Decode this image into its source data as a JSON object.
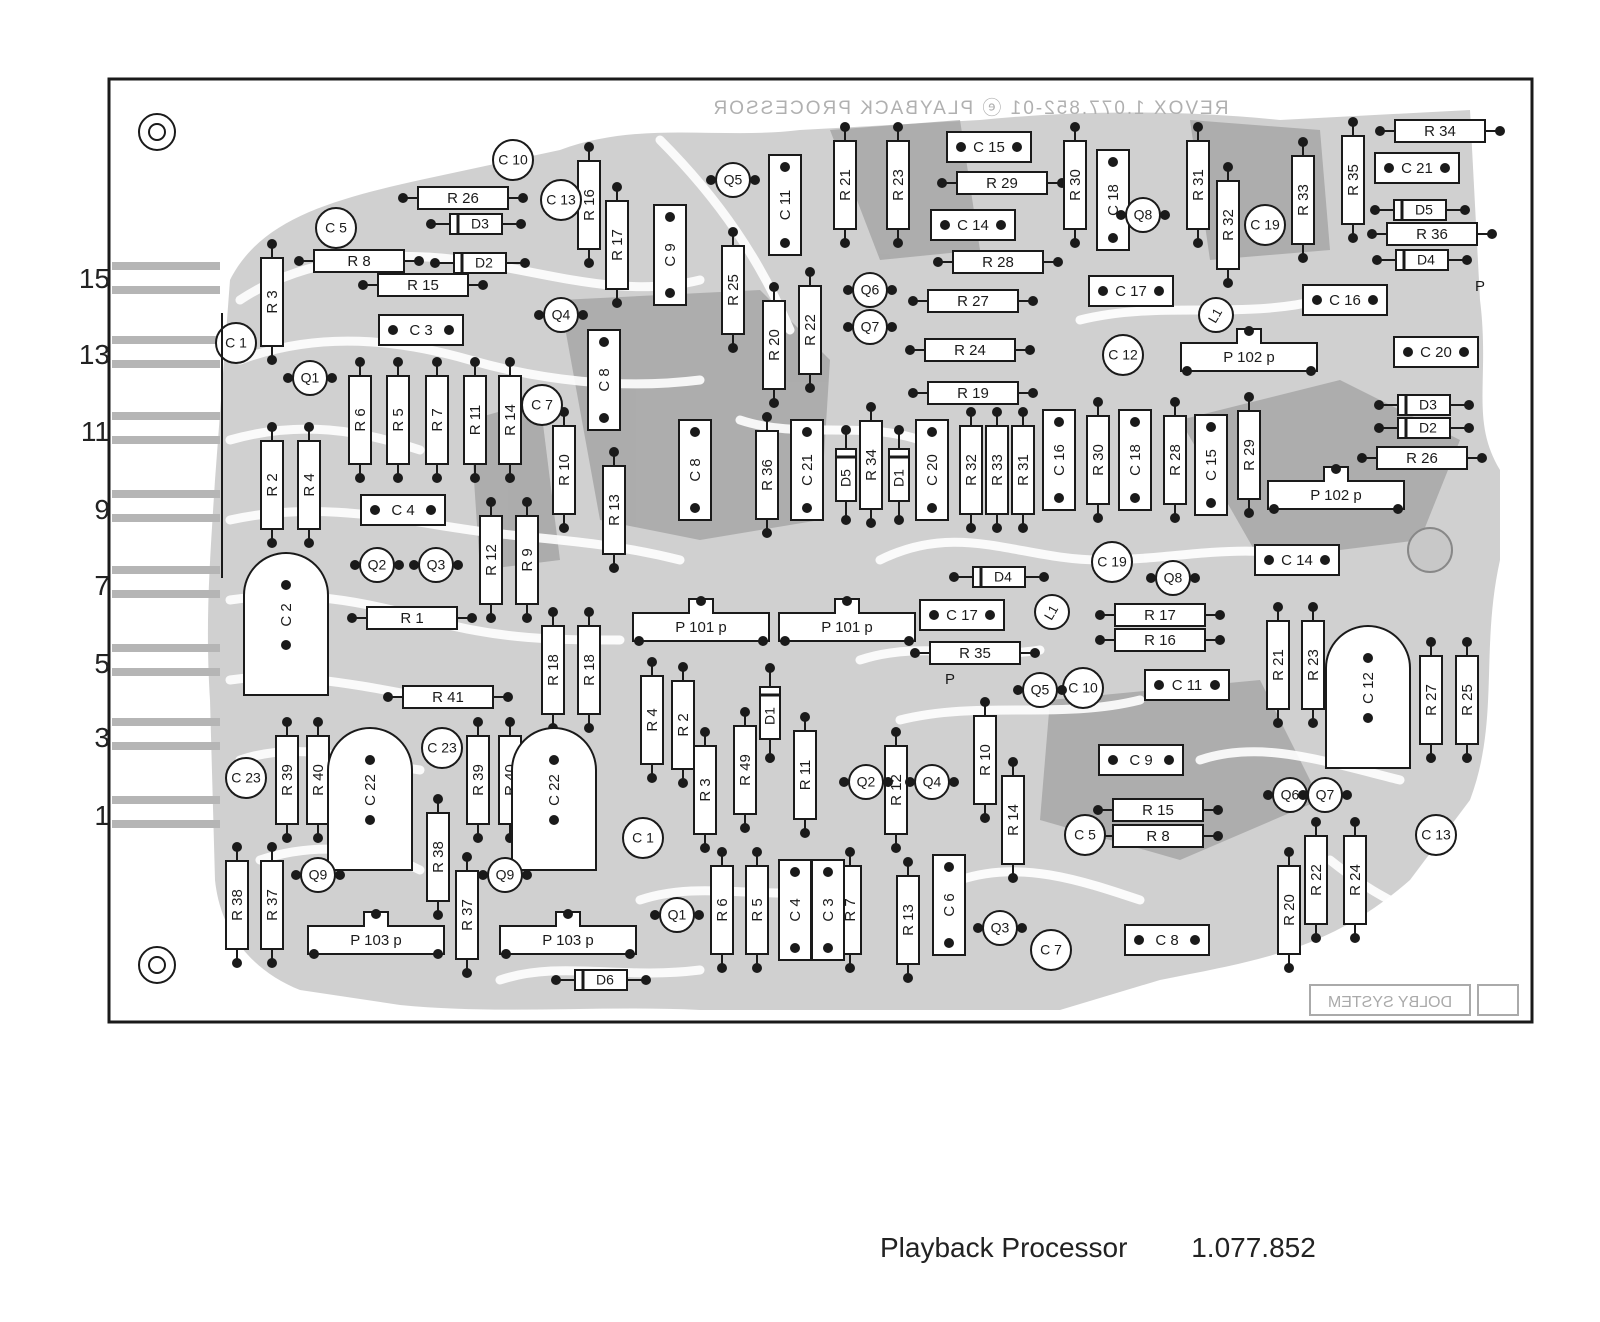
{
  "board": {
    "silkscreen_title": "REVOX 1.077.852-01 ⓔ PLAYBACK PROCESSOR",
    "logo_text": "DOLBY SYSTEM"
  },
  "row_labels": [
    "15",
    "13",
    "11",
    "9",
    "7",
    "5",
    "3",
    "1"
  ],
  "caption": {
    "title": "Playback Processor",
    "part_number": "1.077.852"
  },
  "components": {
    "resistors": [
      "R 26",
      "R 8",
      "R 15",
      "R 3",
      "R 16",
      "R 17",
      "R 25",
      "R 21",
      "R 23",
      "R 29",
      "R 28",
      "R 27",
      "R 24",
      "R 19",
      "R 30",
      "R 31",
      "R 32",
      "R 33",
      "R 35",
      "R 34",
      "R 36",
      "R 6",
      "R 5",
      "R 7",
      "R 11",
      "R 14",
      "R 10",
      "R 13",
      "R 2",
      "R 4",
      "R 12",
      "R 9",
      "R 1",
      "R 18",
      "R 18",
      "R 41",
      "R 39",
      "R 40",
      "R 39",
      "R 40",
      "R 38",
      "R 37",
      "R 38",
      "R 37",
      "R 4",
      "R 2",
      "R 3",
      "R 49",
      "R 11",
      "R 12",
      "R 10",
      "R 14",
      "R 13",
      "R 6",
      "R 5",
      "R 7",
      "R 36",
      "R 34",
      "R 32",
      "R 33",
      "R 31",
      "R 30",
      "R 28",
      "R 29",
      "R 26",
      "R 17",
      "R 16",
      "R 35",
      "R 21",
      "R 23",
      "R 27",
      "R 25",
      "R 15",
      "R 8",
      "R 20",
      "R 22",
      "R 24",
      "R 20",
      "R 22"
    ],
    "capacitors": [
      "C 10",
      "C 13",
      "C 5",
      "C 1",
      "C 3",
      "C 4",
      "C 8",
      "C 9",
      "C 11",
      "C 15",
      "C 14",
      "C 18",
      "C 19",
      "C 16",
      "C 21",
      "C 20",
      "C 17",
      "C 12",
      "C 7",
      "C 2",
      "C 23",
      "C 22",
      "C 23",
      "C 22",
      "C 8",
      "C 21",
      "C 20",
      "C 16",
      "C 18",
      "C 15",
      "C 19",
      "C 14",
      "C 17",
      "C 11",
      "C 10",
      "C 12",
      "C 9",
      "C 5",
      "C 13",
      "C 1",
      "C 4",
      "C 3",
      "C 6",
      "C 7",
      "C 8"
    ],
    "transistors": [
      "Q 5",
      "Q 6",
      "Q 7",
      "Q 4",
      "Q 1",
      "Q 2",
      "Q 3",
      "Q 9",
      "Q 9",
      "Q 8",
      "Q 5",
      "Q 2",
      "Q 4",
      "Q 6",
      "Q 7",
      "Q 1",
      "Q 3",
      "Q 8"
    ],
    "diodes": [
      "D 3",
      "D 2",
      "D 5",
      "D 4",
      "D 3",
      "D 2",
      "D 5",
      "D 1",
      "D 4",
      "D 1",
      "D 6"
    ],
    "trimmers": [
      "P 102 p",
      "P 102 p",
      "P 101 p",
      "P 101 p",
      "P 103 p",
      "P 103 p"
    ],
    "inductors": [
      "L 1",
      "L 1"
    ],
    "misc": [
      "P",
      "P"
    ]
  }
}
